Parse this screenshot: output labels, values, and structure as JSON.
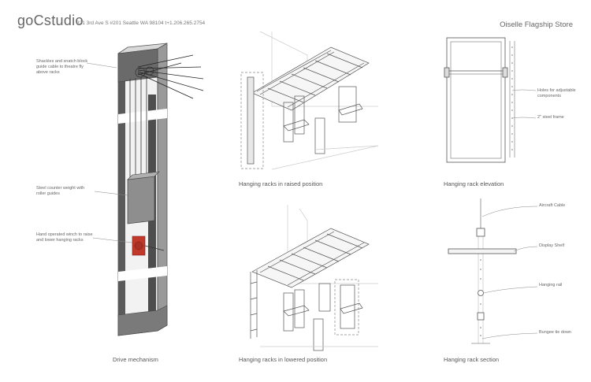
{
  "header": {
    "logo_text": "goCstudio",
    "address": "321 3rd Ave S #201 Seattle WA 98104 t+1.206.265.2754",
    "project_title": "Oiselle Flagship Store"
  },
  "captions": {
    "drive_mechanism": "Drive mechanism",
    "raised": "Hanging racks in raised position",
    "lowered": "Hanging racks in lowered position",
    "elevation": "Hanging rack elevation",
    "section": "Hanging rack section"
  },
  "drive_notes": {
    "shackles": "Shackles and snatch block guide cable to theatre fly above racks",
    "counterweight": "Steel counter weight with roller guides",
    "winch": "Hand operated winch to raise and lower hanging racks"
  },
  "elevation_notes": {
    "holes": "Holes for adjustable components",
    "frame": "2\" steel frame"
  },
  "section_notes": {
    "cable": "Aircraft Cable",
    "shelf": "Display Shelf",
    "rail": "Hanging rail",
    "bungee": "Bungee tie down"
  },
  "colors": {
    "line": "#555555",
    "light_line": "#bbbbbb",
    "steel_dark": "#4a4a4a",
    "steel_mid": "#8a8a8a",
    "winch_red": "#c0392b"
  }
}
